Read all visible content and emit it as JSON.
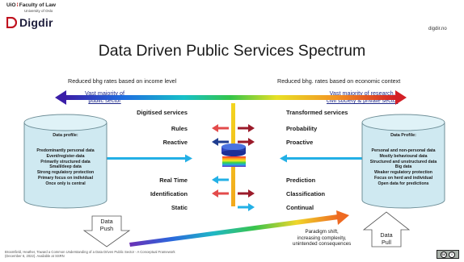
{
  "header": {
    "uio_prefix": "UiO",
    "uio_faculty": "Faculty of Law",
    "uio_university": "University of Oslo",
    "digdir_name": "Digdir",
    "digdir_url": "digdir.no"
  },
  "title": "Data Driven Public Services Spectrum",
  "top_left_label": "Reduced bhg rates based on income level",
  "top_right_label": "Reduced bhg. rates based on economic context",
  "majority_left": [
    "Vast majority of",
    "public sector"
  ],
  "majority_right": [
    "Vast majority of research,",
    "civil society & private sector"
  ],
  "left_labels": [
    "Digitised services",
    "Rules",
    "Reactive",
    "Real Time",
    "Identification",
    "Static"
  ],
  "right_labels": [
    "Transformed services",
    "Probability",
    "Proactive",
    "Prediction",
    "Classification",
    "Continual"
  ],
  "left_cylinder": {
    "title": "Data profile:",
    "items": [
      "Predominantly personal data",
      "Event/register-data",
      "Primarily structured data",
      "Small/deep data",
      "Strong regulatory protection",
      "Primary focus on individual",
      "Once only is central"
    ]
  },
  "right_cylinder": {
    "title": "Data Profile:",
    "items": [
      "Personal and non-personal data",
      "Mostly behavioural data",
      "Structured and unstructured data",
      "Big data",
      "Weaker regulatory protection",
      "Focus on herd and individual",
      "Open data for predictions"
    ]
  },
  "data_push": [
    "Data",
    "Push"
  ],
  "data_pull": [
    "Data",
    "Pull"
  ],
  "paradigm": [
    "Paradigm shift,",
    "increasing complexity,",
    "unintended consequences"
  ],
  "citation": [
    "Broomfield, Heather, Toward a Common Understanding of a Data Driven Public Sector - A Conceptual Framework",
    "(December 6, 2022). Available at SSRN"
  ],
  "license_icons": [
    "cc-icon",
    "by-icon"
  ],
  "colors": {
    "accent_red": "#c0121f",
    "navy": "#1e1e3c",
    "arrow_red": "#e34b4b",
    "arrow_dark_red": "#9b1b2a",
    "arrow_navy": "#1f3d8f",
    "arrow_cyan": "#23b0e6",
    "link_blue": "#1f2a8a",
    "cylinder_fill": "#cfe9f1",
    "cylinder_stroke": "#6f8f98"
  }
}
